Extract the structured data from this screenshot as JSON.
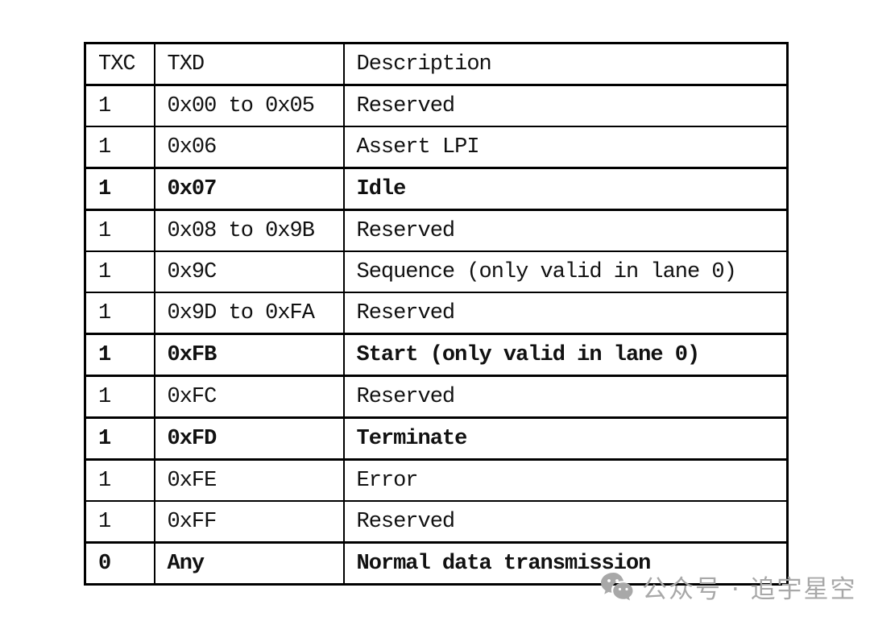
{
  "table": {
    "headers": {
      "txc": "TXC",
      "txd": "TXD",
      "desc": "Description"
    },
    "rows": [
      {
        "txc": "1",
        "txd": "0x00 to 0x05",
        "desc": "Reserved",
        "bold": false
      },
      {
        "txc": "1",
        "txd": "0x06",
        "desc": "Assert LPI",
        "bold": false
      },
      {
        "txc": "1",
        "txd": "0x07",
        "desc": "Idle",
        "bold": true
      },
      {
        "txc": "1",
        "txd": "0x08 to 0x9B",
        "desc": "Reserved",
        "bold": false
      },
      {
        "txc": "1",
        "txd": "0x9C",
        "desc": "Sequence (only valid in lane 0)",
        "bold": false
      },
      {
        "txc": "1",
        "txd": "0x9D to 0xFA",
        "desc": "Reserved",
        "bold": false
      },
      {
        "txc": "1",
        "txd": "0xFB",
        "desc": "Start (only valid in lane 0)",
        "bold": true
      },
      {
        "txc": "1",
        "txd": "0xFC",
        "desc": "Reserved",
        "bold": false
      },
      {
        "txc": "1",
        "txd": "0xFD",
        "desc": "Terminate",
        "bold": true
      },
      {
        "txc": "1",
        "txd": "0xFE",
        "desc": "Error",
        "bold": false
      },
      {
        "txc": "1",
        "txd": "0xFF",
        "desc": "Reserved",
        "bold": false
      },
      {
        "txc": "0",
        "txd": "Any",
        "desc": "Normal data transmission",
        "bold": true
      }
    ]
  },
  "watermark": {
    "icon": "wechat-icon",
    "label": "公众号 · 追宇星空",
    "color": "#a8a8a8"
  }
}
